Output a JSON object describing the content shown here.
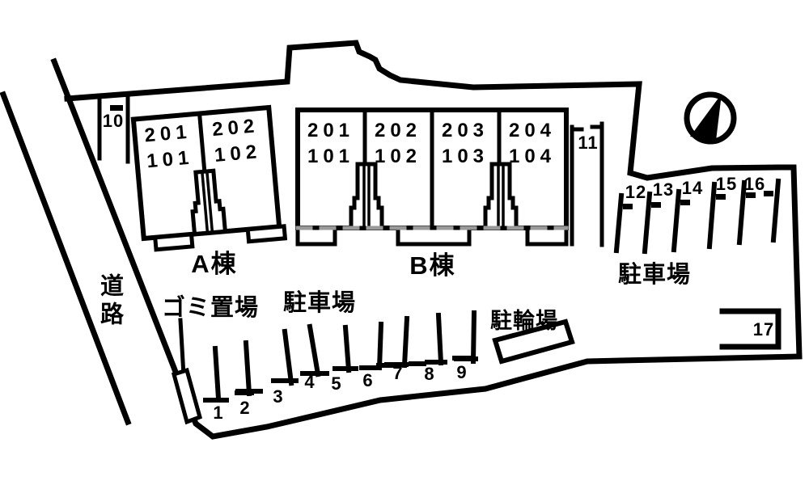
{
  "plan": {
    "road_label": "道路",
    "buildings": {
      "a": {
        "name": "A棟",
        "upper": [
          "201",
          "202"
        ],
        "lower": [
          "101",
          "102"
        ]
      },
      "b": {
        "name": "B棟",
        "upper": [
          "201",
          "202",
          "203",
          "204"
        ],
        "lower": [
          "101",
          "102",
          "103",
          "104"
        ]
      }
    },
    "labels": {
      "garbage": "ゴミ置場",
      "parking_bottom": "駐車場",
      "parking_right": "駐車場",
      "bicycle": "駐輪場"
    },
    "spots": {
      "bottom": [
        "1",
        "2",
        "3",
        "4",
        "5",
        "6",
        "7",
        "8",
        "9"
      ],
      "s10": "10",
      "s11": "11",
      "right": [
        "12",
        "13",
        "14",
        "15",
        "16"
      ],
      "s17": "17"
    },
    "colors": {
      "line": "#000000",
      "watermark_gray": "#999999"
    }
  }
}
